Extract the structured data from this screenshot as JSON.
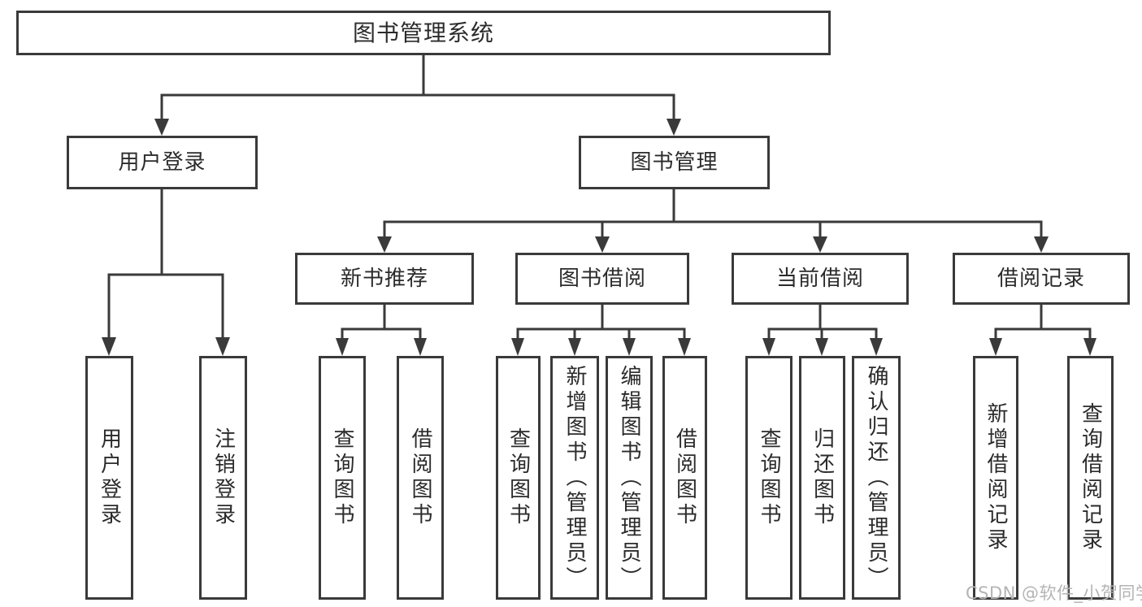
{
  "nodes": {
    "root": "图书管理系统",
    "user_login": "用户登录",
    "book_mgmt": "图书管理",
    "new_book": "新书推荐",
    "book_borrow": "图书借阅",
    "current_borrow": "当前借阅",
    "borrow_record": "借阅记录",
    "login_children": [
      "用户登录",
      "注销登录"
    ],
    "new_book_children": [
      "查询图书",
      "借阅图书"
    ],
    "book_borrow_children": [
      "查询图书",
      "新增图书（管理员）",
      "编辑图书（管理员）",
      "借阅图书"
    ],
    "current_borrow_children": [
      "查询图书",
      "归还图书",
      "确认归还（管理员）"
    ],
    "borrow_record_children": [
      "新增借阅记录",
      "查询借阅记录"
    ]
  },
  "watermark": "CSDN @软件_小贺同学",
  "colors": {
    "line": "#3a3a3a",
    "text": "#2b2b2b",
    "background": "#ffffff",
    "watermark": "#b4b4b4"
  }
}
